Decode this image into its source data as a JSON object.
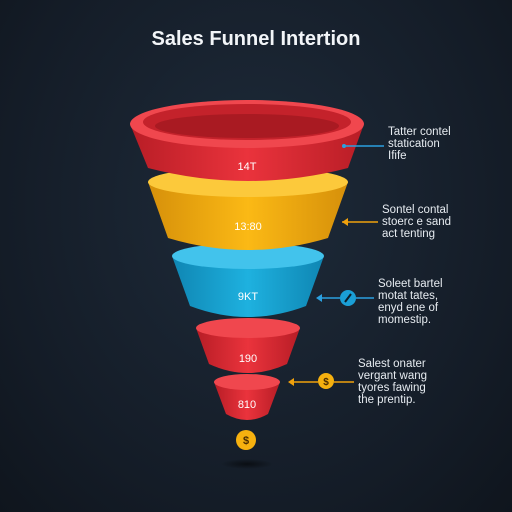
{
  "title": "Sales Funnel Intertion",
  "colors": {
    "red": "#e8323a",
    "yellow": "#f6b10f",
    "blue": "#19a9d6",
    "orange": "#f0a10c",
    "connector": "#2ba0e0",
    "background": "#141c27"
  },
  "stages": [
    {
      "label": "14T",
      "color": "red"
    },
    {
      "label": "13:80",
      "color": "yellow"
    },
    {
      "label": "9KT",
      "color": "blue"
    },
    {
      "label": "190",
      "color": "red"
    },
    {
      "label": "810",
      "color": "red"
    }
  ],
  "notes": [
    {
      "text": "Tatter contel\nstatication\nIfife",
      "icon": "none"
    },
    {
      "text": "Sontel contal\nstoerc e sand\nact tenting",
      "icon": "none"
    },
    {
      "text": "Soleet bartel\nmotat tates,\nenyd ene of\nmomestip.",
      "icon": "pin-icon"
    },
    {
      "text": "Salest onater\nvergant wang\ntyores fawing\nthe prentip.",
      "icon": "dollar-icon"
    }
  ],
  "bottom_icon": {
    "name": "dollar-coin-icon",
    "symbol": "$"
  }
}
